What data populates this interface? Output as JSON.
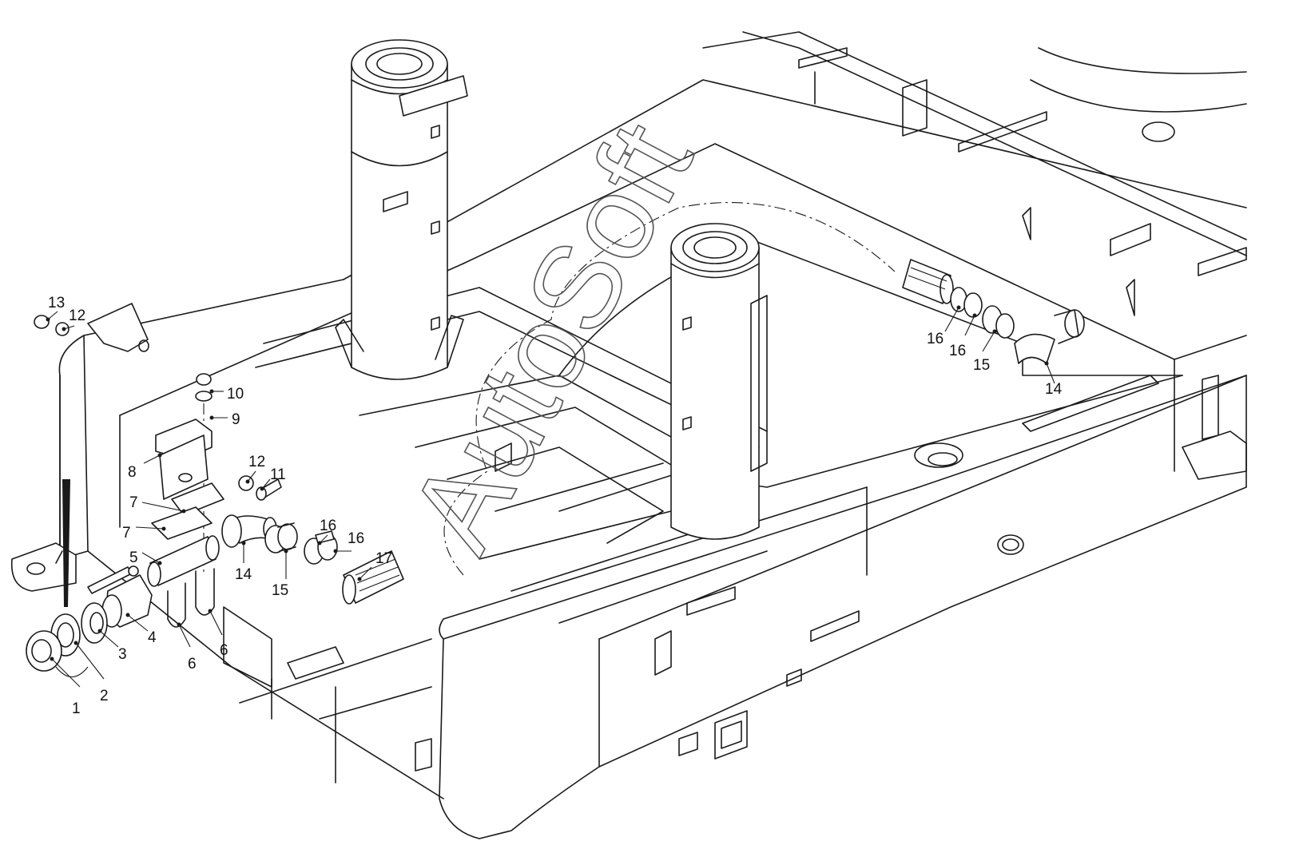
{
  "watermark": "AutoSoft",
  "callouts": [
    {
      "label": "1"
    },
    {
      "label": "2"
    },
    {
      "label": "3"
    },
    {
      "label": "4"
    },
    {
      "label": "5"
    },
    {
      "label": "6"
    },
    {
      "label": "6"
    },
    {
      "label": "7"
    },
    {
      "label": "7"
    },
    {
      "label": "8"
    },
    {
      "label": "9"
    },
    {
      "label": "10"
    },
    {
      "label": "11"
    },
    {
      "label": "12"
    },
    {
      "label": "12"
    },
    {
      "label": "13"
    },
    {
      "label": "14"
    },
    {
      "label": "15"
    },
    {
      "label": "16"
    },
    {
      "label": "16"
    },
    {
      "label": "17"
    },
    {
      "label": "16"
    },
    {
      "label": "16"
    },
    {
      "label": "15"
    },
    {
      "label": "14"
    }
  ]
}
